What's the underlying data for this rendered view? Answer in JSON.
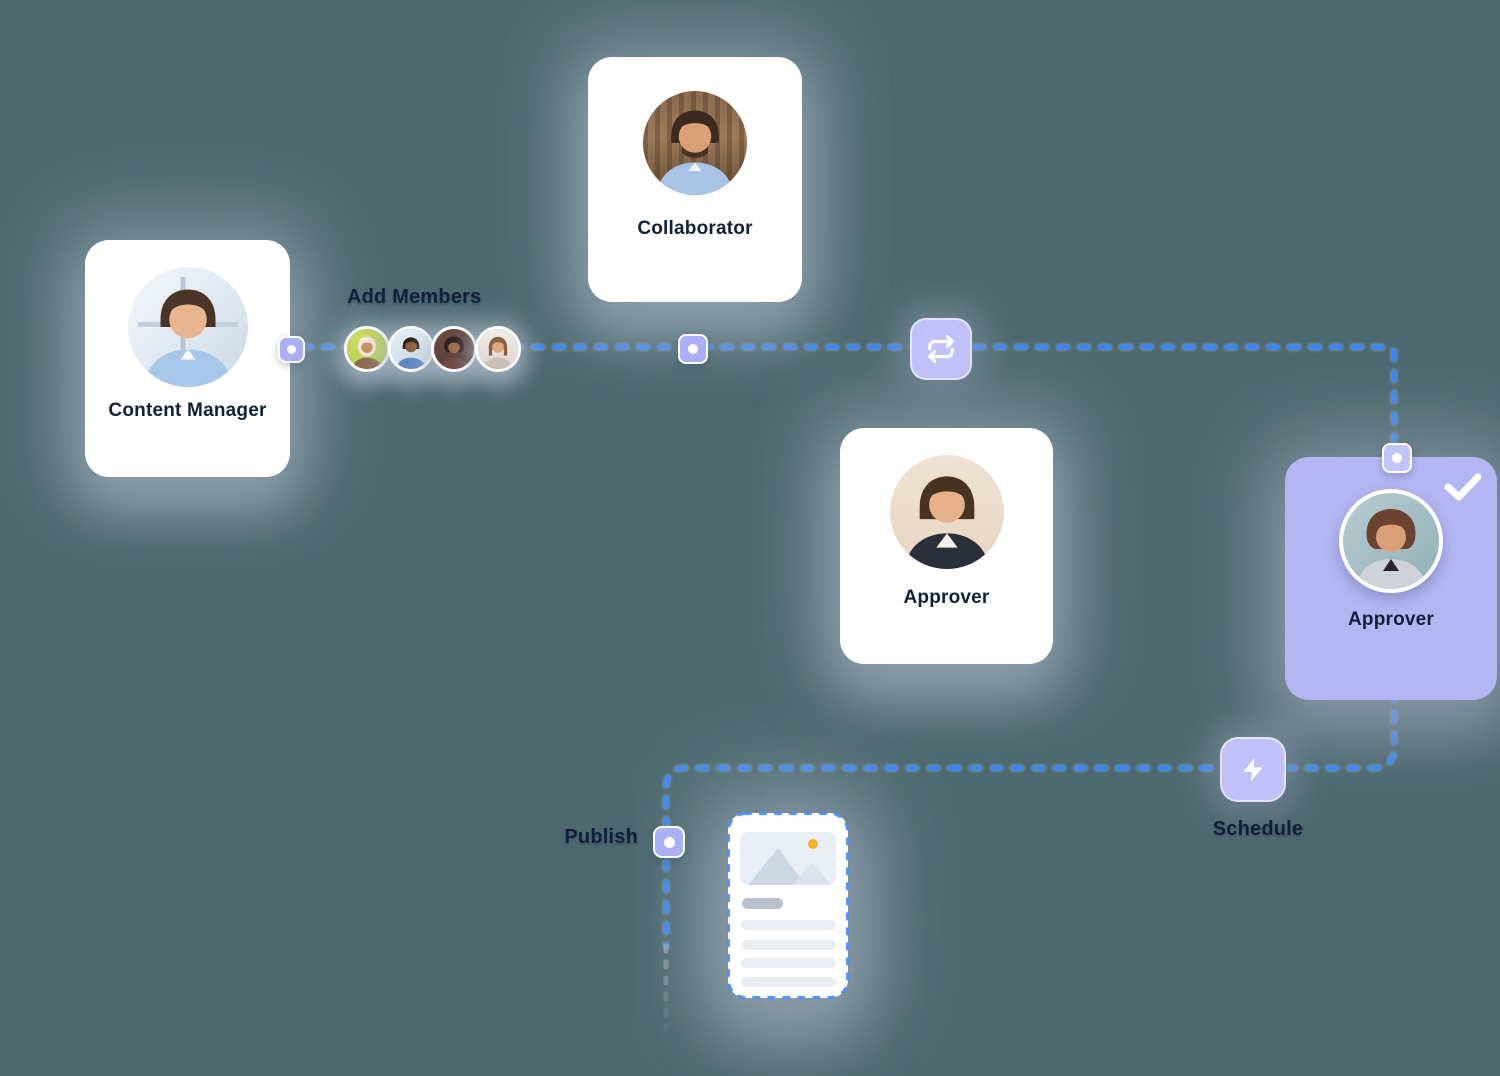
{
  "workflow": {
    "cards": [
      {
        "id": "content-manager",
        "label": "Content Manager",
        "state": "default"
      },
      {
        "id": "collaborator",
        "label": "Collaborator",
        "state": "default"
      },
      {
        "id": "approver-pending",
        "label": "Approver",
        "state": "default"
      },
      {
        "id": "approver-approved",
        "label": "Approver",
        "state": "approved"
      }
    ],
    "annotations": {
      "add_members": "Add Members",
      "schedule": "Schedule",
      "publish": "Publish"
    },
    "member_avatars": [
      "woman-in-hijab-avatar",
      "man-blue-shirt-avatar",
      "woman-dark-hair-avatar",
      "woman-brown-hair-avatar"
    ],
    "icons": {
      "sync": "sync-repeat-icon",
      "lightning": "lightning-bolt-icon",
      "check": "checkmark-icon",
      "node": "connector-node-dot",
      "document": "article-thumbnail-placeholder"
    },
    "colors": {
      "background": "#4D6970",
      "connector_blue": "#3D87F2",
      "card_purple": "#B3B6F2",
      "tile_purple": "#C2C0F8",
      "node_purple": "#A9B0F6",
      "text_dark": "#132038",
      "sun_accent": "#F0B429"
    }
  }
}
